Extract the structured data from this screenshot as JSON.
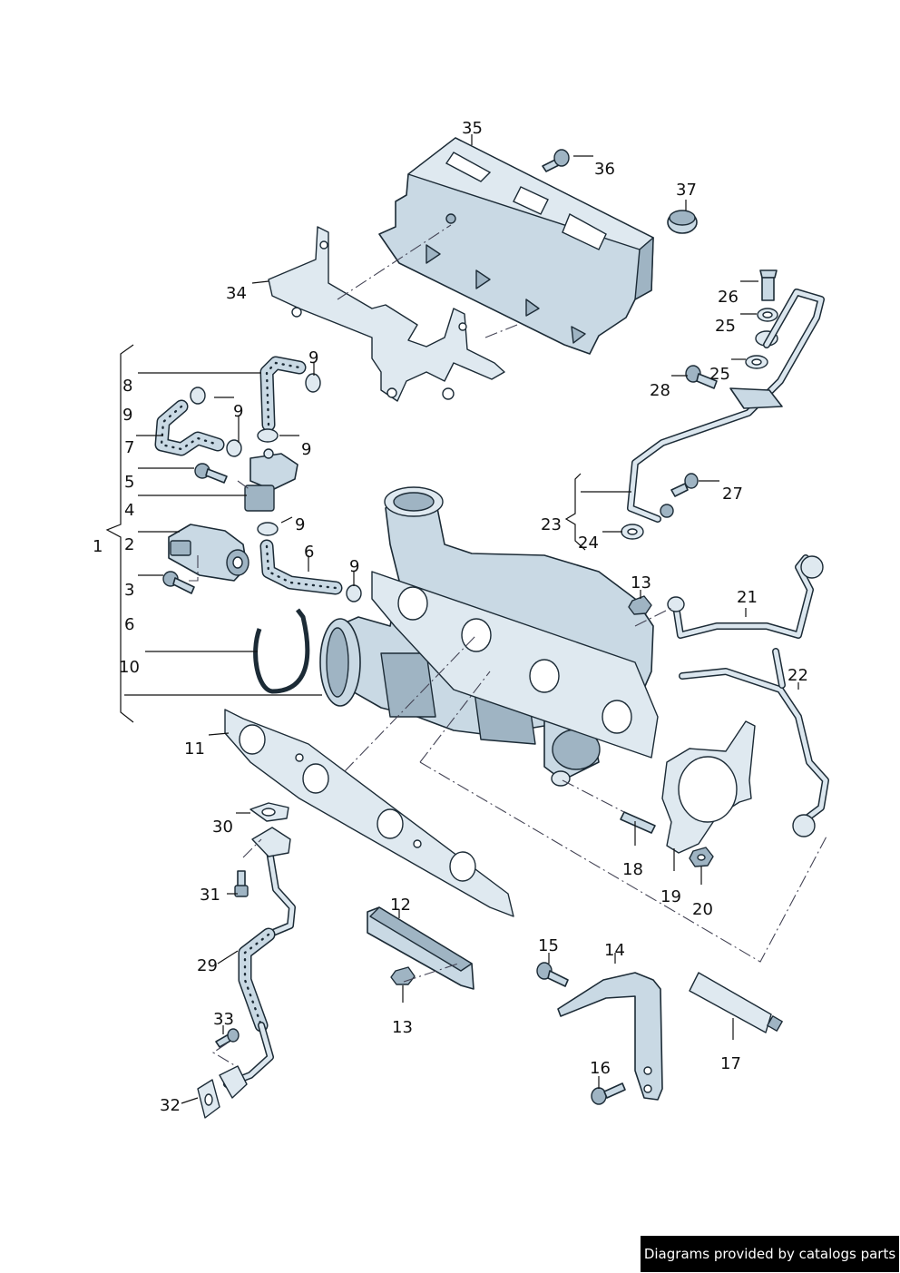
{
  "callouts": [
    "1",
    "2",
    "3",
    "4",
    "5",
    "6",
    "7",
    "8",
    "9",
    "9",
    "9",
    "9",
    "9",
    "10",
    "11",
    "12",
    "13",
    "13",
    "14",
    "15",
    "16",
    "17",
    "18",
    "19",
    "20",
    "21",
    "22",
    "23",
    "24",
    "25",
    "25",
    "26",
    "27",
    "28",
    "29",
    "30",
    "31",
    "32",
    "33",
    "34",
    "35",
    "36",
    "37"
  ],
  "footer": {
    "text": "Diagrams provided by catalogs parts"
  },
  "colors": {
    "part_fill": "#c9d9e4",
    "outline": "#1c2b36",
    "footer_bg": "#000000",
    "footer_text": "#ffffff"
  }
}
